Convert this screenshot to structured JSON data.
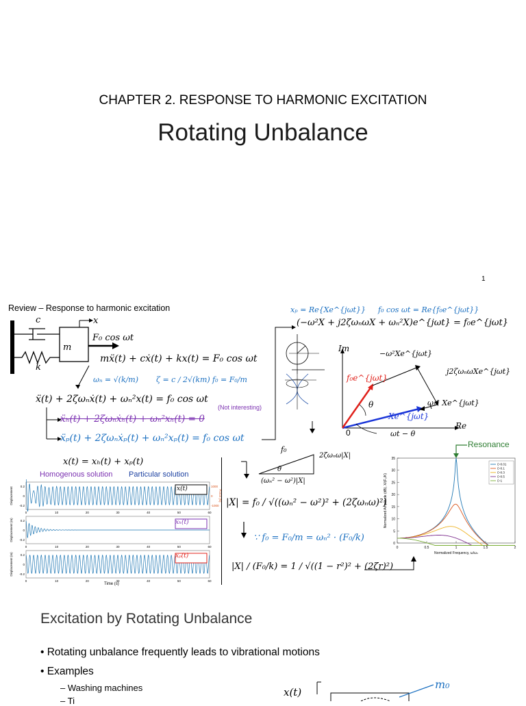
{
  "slide1": {
    "chapter": "CHAPTER 2. RESPONSE TO HARMONIC EXCITATION",
    "title": "Rotating Unbalance",
    "page_number": "1"
  },
  "slide2": {
    "review_title": "Review – Response to harmonic excitation",
    "labels": {
      "c": "c",
      "k": "k",
      "m": "m",
      "x": "x",
      "force": "F₀ cos ωt",
      "not_interesting": "(Not interesting)",
      "homogeneous": "Homogenous solution",
      "particular": "Particular solution",
      "resonance": "Resonance",
      "im": "Im",
      "re": "Re",
      "zero": "0",
      "theta": "θ"
    },
    "equations": {
      "eom": "mẍ(t) + cẋ(t) + kx(t) = F₀ cos ωt",
      "wn": "ωₙ = √(k/m)",
      "zeta": "ζ = c / 2√(km)",
      "f0": "f₀ = F₀/m",
      "normalized": "ẍ(t) + 2ζωₙẋ(t) + ωₙ²x(t) = f₀ cos ωt",
      "homog": "ẍₕ(t) + 2ζωₙẋₕ(t) + ωₙ²xₕ(t) = 0",
      "partic": "ẍₚ(t) + 2ζωₙẋₚ(t) + ωₙ²xₚ(t) = f₀ cos ωt",
      "sum": "x(t) = xₕ(t) + xₚ(t)",
      "xp": "xₚ = Re{Xe^{jωt}}",
      "f0cos": "f₀ cos ωt = Re{f₀e^{jωt}}",
      "complex": "(−ω²X + j2ζωₙωX + ωₙ²X)e^{jωt} = f₀e^{jωt}",
      "amp": "|X| = f₀ / √((ωₙ² − ω²)² + (2ζωₙω)²)",
      "since": "∵ f₀ = F₀/m = ωₙ² · (F₀/k)",
      "norm_amp": "|X| / (F₀/k) = 1 / √((1 − r²)² + (2ζr)²)",
      "tri_f0": "f₀",
      "tri_vert": "2ζωₙω|X|",
      "tri_horiz": "(ωₙ² − ω²)|X|",
      "vec_a": "−ω²Xe^{jωt}",
      "vec_b": "j2ζωₙωXe^{jωt}",
      "vec_c": "ωₙ² Xe^{jωt}",
      "vec_d": "Xe^{jωt}",
      "vec_f": "f₀e^{jωt}",
      "angle": "ωt − θ"
    },
    "plots": {
      "time_label": "Time (s)",
      "ylabel_top": "Displacement",
      "ylabel_mid": "Displacement (m)",
      "ylabel_bot": "Displacement (m)",
      "ylabel_right": "Force (N)",
      "legend_top": "x(t)",
      "legend_mid": "xₕ(t)",
      "legend_bot": "xₚ(t)",
      "xticks": [
        "0",
        "10",
        "20",
        "30",
        "40",
        "50",
        "60"
      ],
      "yticks_top": [
        "0.2",
        "0",
        "-0.2"
      ],
      "yticks_right": [
        "1000",
        "0",
        "-1000"
      ]
    }
  },
  "chart_data": {
    "type": "line",
    "xlabel": "Normalized Frequency, ω/ωₙ",
    "ylabel": "Normalized Amplitude (dB), X/(F₀/K)",
    "xlim": [
      0,
      2
    ],
    "ylim": [
      0,
      35
    ],
    "xticks": [
      "0",
      "0.5",
      "1",
      "1.5",
      "2"
    ],
    "yticks": [
      "0",
      "5",
      "10",
      "15",
      "20",
      "25",
      "30",
      "35"
    ],
    "legend_placement": "top-right",
    "series": [
      {
        "name": "ζ=0.01",
        "color": "#1f77b4",
        "zeta": 0.01
      },
      {
        "name": "ζ=0.1",
        "color": "#d95319",
        "zeta": 0.1
      },
      {
        "name": "ζ=0.3",
        "color": "#edb120",
        "zeta": 0.3
      },
      {
        "name": "ζ=0.5",
        "color": "#7e2f8e",
        "zeta": 0.5
      },
      {
        "name": "ζ=1",
        "color": "#77ac30",
        "zeta": 1
      }
    ]
  },
  "slide3": {
    "title": "Excitation by Rotating Unbalance",
    "bullets": [
      "Rotating unbalance frequently leads to vibrational motions",
      "Examples"
    ],
    "sub_bullets": [
      "Washing machines",
      "Ti"
    ],
    "diagram_labels": {
      "x": "x(t)",
      "m0": "m₀"
    }
  }
}
